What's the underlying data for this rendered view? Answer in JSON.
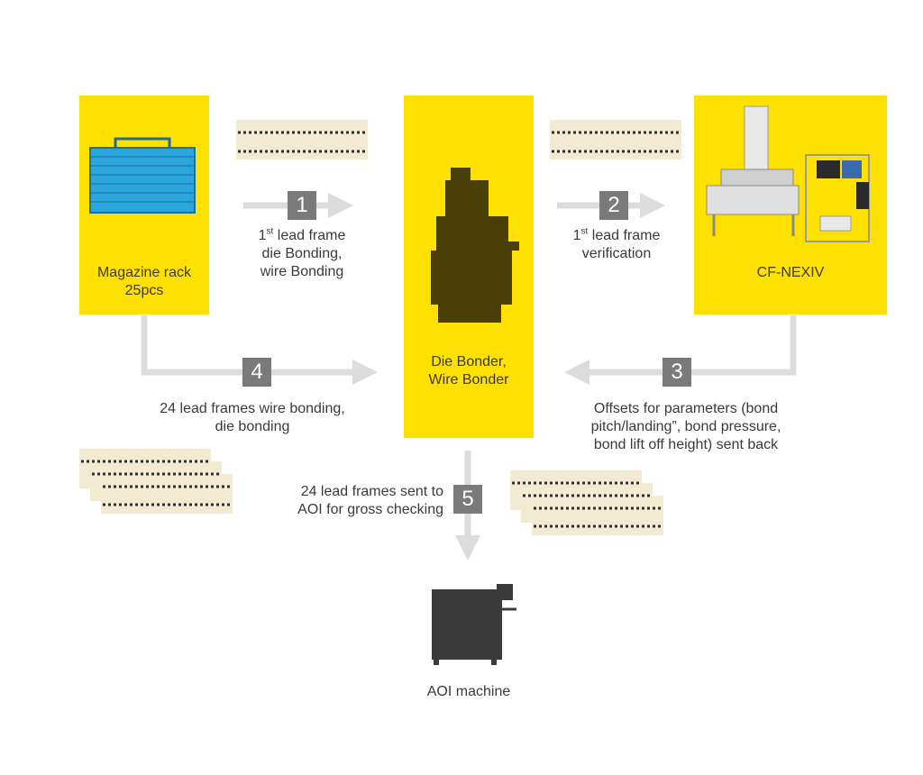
{
  "nodes": {
    "magazine": {
      "label_line1": "Magazine rack",
      "label_line2": "25pcs",
      "icon": "magazine-rack-icon"
    },
    "bonder": {
      "label_line1": "Die Bonder,",
      "label_line2": "Wire Bonder",
      "icon": "die-bonder-icon"
    },
    "nexiv": {
      "label": "CF-NEXIV",
      "icon": "measuring-system-icon"
    },
    "aoi": {
      "label": "AOI machine",
      "icon": "aoi-machine-icon"
    }
  },
  "steps": [
    {
      "num": "1",
      "line1_pre": "1",
      "line1_sup": "st",
      "line1_post": " lead frame",
      "line2": "die Bonding,",
      "line3": "wire Bonding"
    },
    {
      "num": "2",
      "line1_pre": "1",
      "line1_sup": "st",
      "line1_post": " lead frame",
      "line2": "verification"
    },
    {
      "num": "3",
      "line1": "Offsets for parameters (bond",
      "line2": "pitch/landing”, bond pressure,",
      "line3": "bond lift off height) sent back"
    },
    {
      "num": "4",
      "line1": "24 lead frames wire bonding,",
      "line2": "die bonding"
    },
    {
      "num": "5",
      "line1": "24 lead frames sent to",
      "line2": "AOI for gross checking"
    }
  ],
  "colors": {
    "box": "#ffe100",
    "arrow": "#dcdcdc",
    "badge": "#7a7a7a",
    "machine": "#4a3f06",
    "text": "#3a3a3a"
  }
}
